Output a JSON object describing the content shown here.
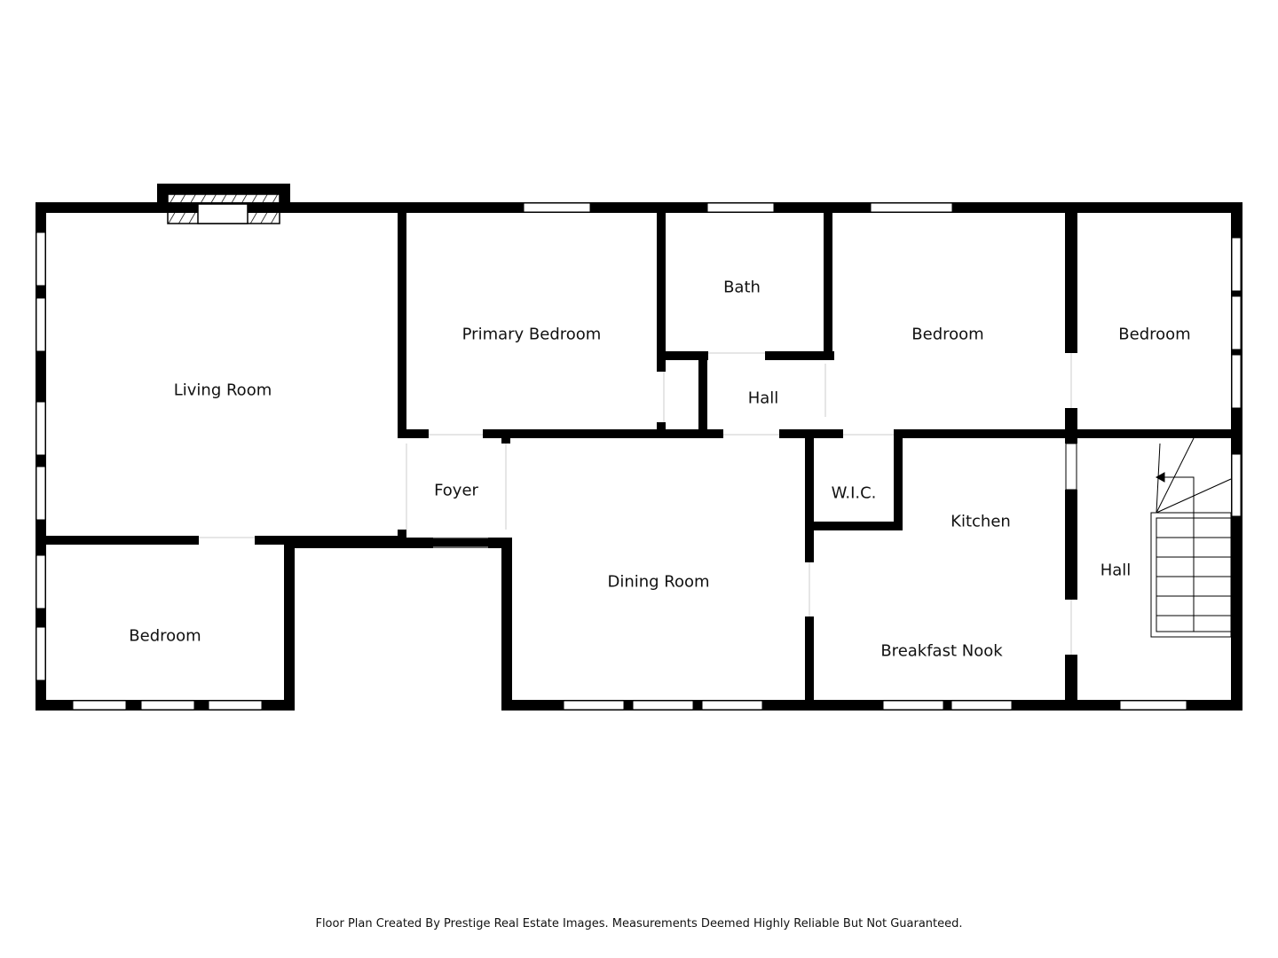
{
  "rooms": {
    "living_room": "Living Room",
    "primary_bedroom": "Primary Bedroom",
    "bath": "Bath",
    "bedroom_top": "Bedroom",
    "bedroom_right": "Bedroom",
    "hall_center": "Hall",
    "foyer": "Foyer",
    "wic": "W.I.C.",
    "kitchen": "Kitchen",
    "hall_right": "Hall",
    "dining_room": "Dining Room",
    "breakfast_nook": "Breakfast Nook",
    "bedroom_left": "Bedroom"
  },
  "footer": "Floor Plan Created By Prestige Real Estate Images. Measurements Deemed Highly Reliable But Not Guaranteed.",
  "colors": {
    "wall": "#000000",
    "background": "#ffffff",
    "window": "#ffffff"
  }
}
